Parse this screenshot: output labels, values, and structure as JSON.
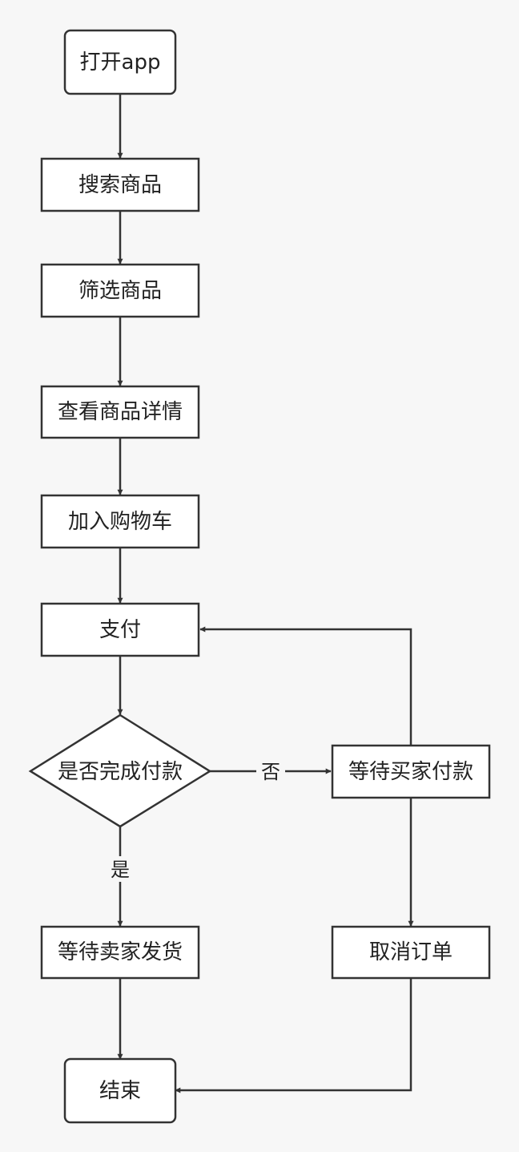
{
  "colors": {
    "background": "#f7f7f7",
    "node_fill": "#ffffff",
    "stroke": "#333333",
    "text": "#222222"
  },
  "nodes": {
    "open_app": {
      "label": "打开app",
      "shape": "rounded-rect"
    },
    "search_goods": {
      "label": "搜索商品",
      "shape": "rect"
    },
    "filter_goods": {
      "label": "筛选商品",
      "shape": "rect"
    },
    "view_details": {
      "label": "查看商品详情",
      "shape": "rect"
    },
    "add_to_cart": {
      "label": "加入购物车",
      "shape": "rect"
    },
    "pay": {
      "label": "支付",
      "shape": "rect"
    },
    "payment_done": {
      "label": "是否完成付款",
      "shape": "diamond"
    },
    "wait_buyer_payment": {
      "label": "等待买家付款",
      "shape": "rect"
    },
    "wait_seller_ship": {
      "label": "等待卖家发货",
      "shape": "rect"
    },
    "cancel_order": {
      "label": "取消订单",
      "shape": "rect"
    },
    "end": {
      "label": "结束",
      "shape": "rounded-rect"
    }
  },
  "edges": [
    {
      "from": "open_app",
      "to": "search_goods",
      "label": ""
    },
    {
      "from": "search_goods",
      "to": "filter_goods",
      "label": ""
    },
    {
      "from": "filter_goods",
      "to": "view_details",
      "label": ""
    },
    {
      "from": "view_details",
      "to": "add_to_cart",
      "label": ""
    },
    {
      "from": "add_to_cart",
      "to": "pay",
      "label": ""
    },
    {
      "from": "pay",
      "to": "payment_done",
      "label": ""
    },
    {
      "from": "payment_done",
      "to": "wait_buyer_payment",
      "label": "否"
    },
    {
      "from": "payment_done",
      "to": "wait_seller_ship",
      "label": "是"
    },
    {
      "from": "wait_buyer_payment",
      "to": "pay",
      "label": ""
    },
    {
      "from": "wait_buyer_payment",
      "to": "cancel_order",
      "label": ""
    },
    {
      "from": "wait_seller_ship",
      "to": "end",
      "label": ""
    },
    {
      "from": "cancel_order",
      "to": "end",
      "label": ""
    }
  ]
}
